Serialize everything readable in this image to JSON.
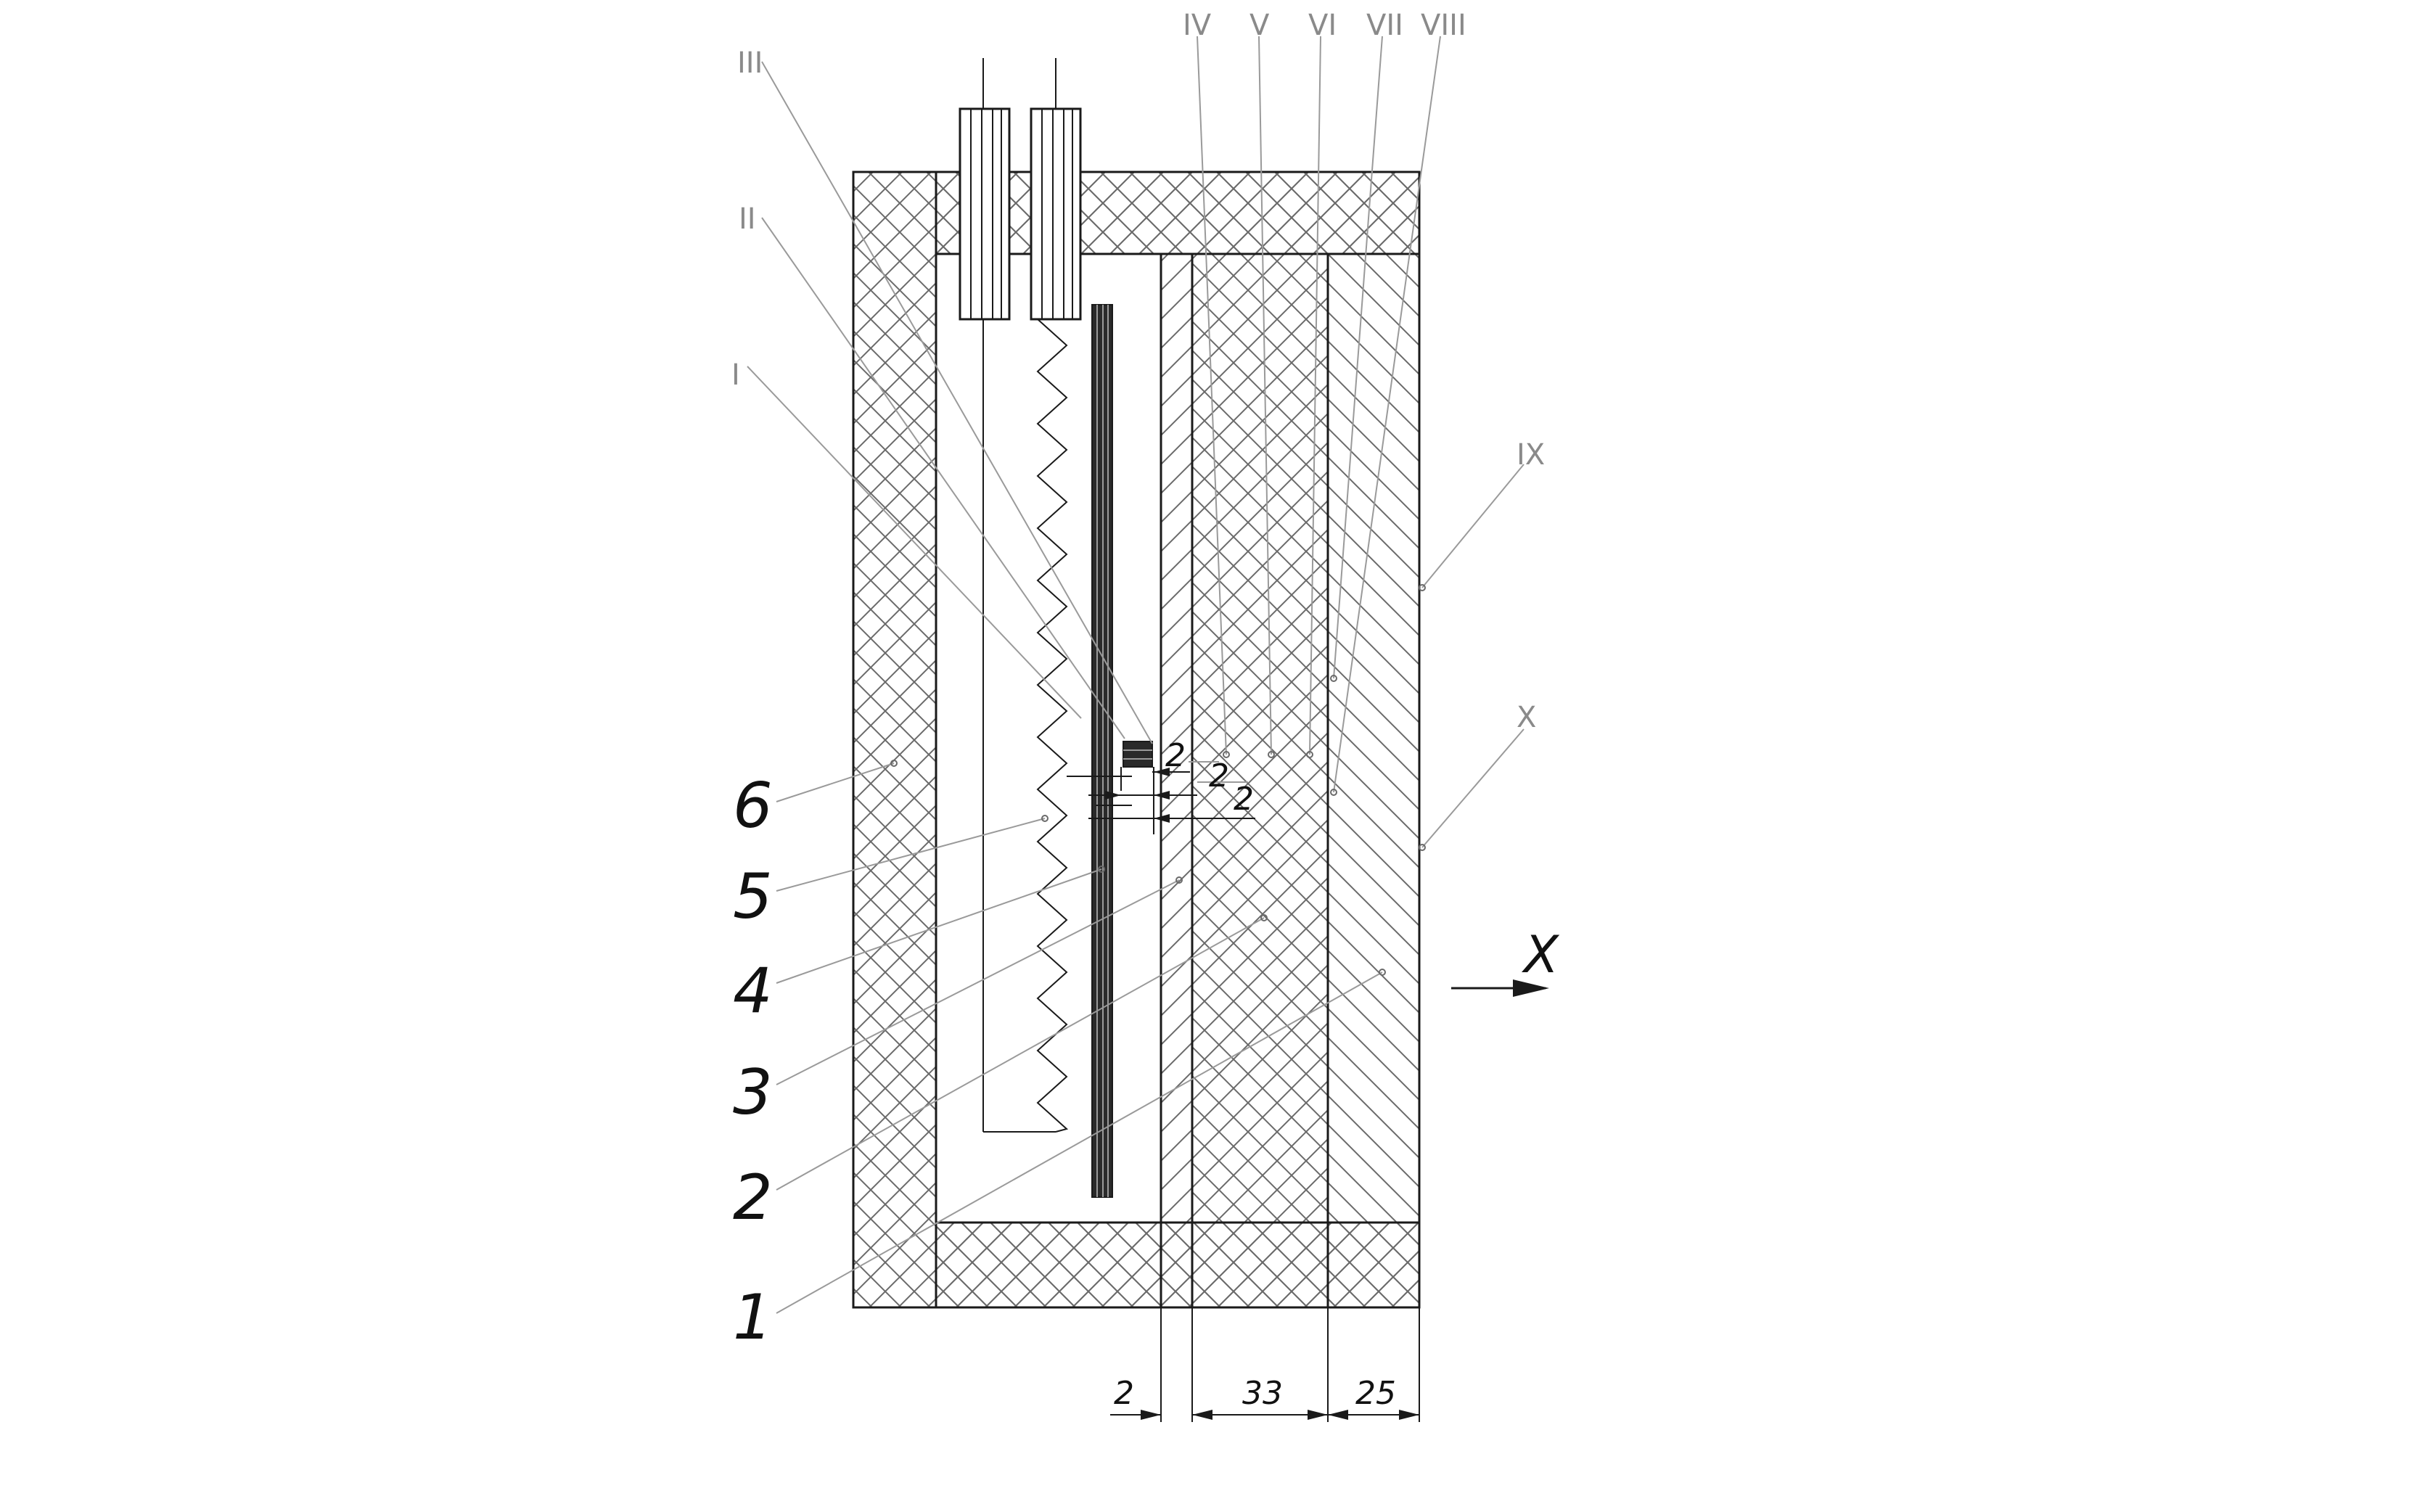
{
  "diagram": {
    "layer_numbers": [
      "1",
      "2",
      "3",
      "4",
      "5",
      "6"
    ],
    "point_labels": [
      "I",
      "II",
      "III",
      "IV",
      "V",
      "VI",
      "VII",
      "VIII",
      "IX",
      "X"
    ],
    "dimensions": {
      "bottom": [
        "2",
        "33",
        "25"
      ],
      "small": [
        "2",
        "2",
        "2"
      ]
    },
    "axis_label": "X",
    "colors": {
      "stroke": "#1a1a1a",
      "leader": "#9a9a9a",
      "hatch": "#6a6a6a",
      "plate": "#2a2a2a",
      "roman": "#8a8a8a"
    }
  }
}
